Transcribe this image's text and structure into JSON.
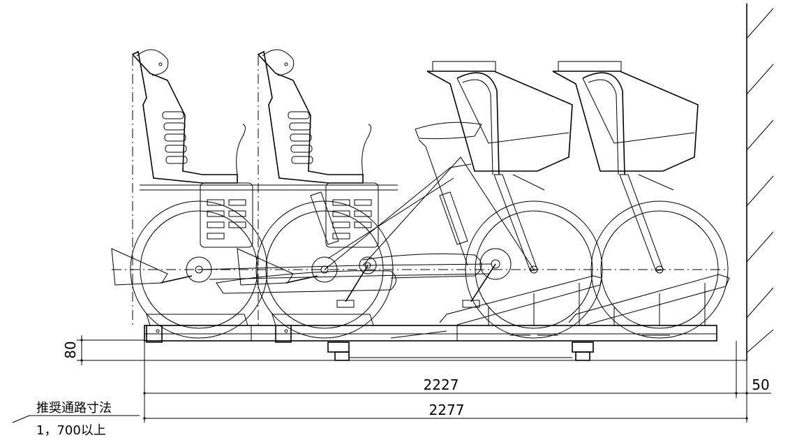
{
  "dimensions": {
    "rack_height": "80",
    "rack_length": "2227",
    "wall_clearance": "50",
    "total_length": "2277"
  },
  "aisle_note": {
    "label": "推奨通路寸法",
    "value": "1，700以上"
  }
}
